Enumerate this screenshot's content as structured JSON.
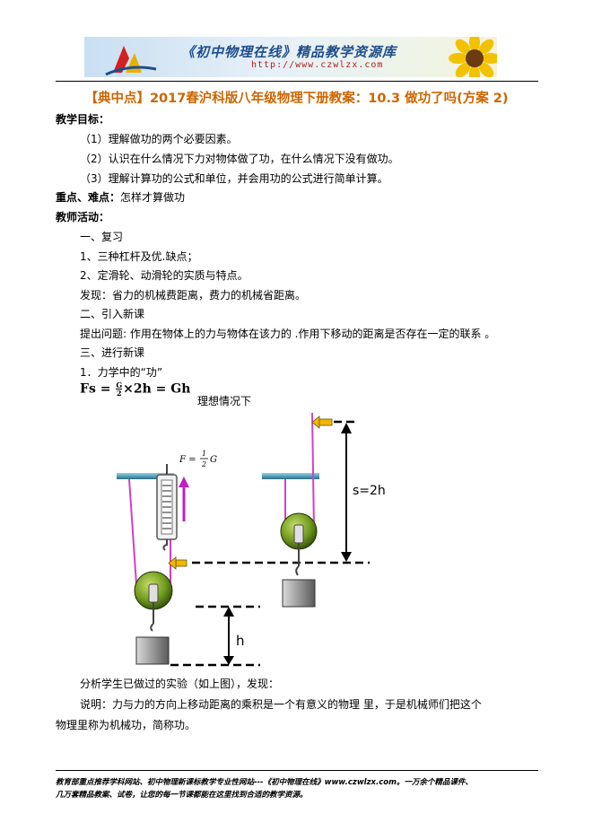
{
  "banner": {
    "title": "《初中物理在线》精品教学资源库",
    "url": "http://www.czwlzx.com"
  },
  "heading": "【典中点】2017春沪科版八年级物理下册教案：10.3 做功了吗(方案 2)",
  "objectives": {
    "label": "教学目标：",
    "items": [
      "（1）理解做功的两个必要因素。",
      "（2）认识在什么情况下力对物体做了功，在什么情况下没有做功。",
      "（3）理解计算功的公式和单位，并会用功的公式进行简单计算。"
    ]
  },
  "key_points": {
    "label": "重点、难点：",
    "text": "怎样才算做功"
  },
  "activities": {
    "label": "教师活动：",
    "lines": [
      "一、复习",
      "1、三种杠杆及优.缺点；",
      "2、定滑轮、动滑轮的实质与特点。",
      "发现：省力的机械费距离，费力的机械省距离。",
      "二、引入新课",
      "提出问题: 作用在物体上的力与物体在该力的 .作用下移动的距离是否存在一定的联系 。",
      "三、进行新课",
      "1．力学中的“功”"
    ]
  },
  "formula": {
    "lhs": "Fs = ",
    "num": "G",
    "den": "2",
    "rhs": "×2h = Gh"
  },
  "ideal_label": "理想情况下",
  "figure": {
    "force_label_f": "F =",
    "force_label_num": "1",
    "force_label_den": "2",
    "force_label_g": "G",
    "distance_label": "s=2h",
    "height_label": "h"
  },
  "analysis": "分析学生已做过的实验（如上图），发现：",
  "explanation_1": "说明：力与力的方向上移动距离的乘积是一个有意义的物理  里，于是机械师们把这个",
  "explanation_2": "物理里称为机械功，简称功。",
  "footer_1": "教育部重点推荐学科网站、初中物理新课标教学专业性网站---《初中物理在线》www.czwlzx.com。一万余个精品课件、",
  "footer_2": "几万套精品教案、试卷，让您的每一节课都能在这里找到合适的教学资源。"
}
